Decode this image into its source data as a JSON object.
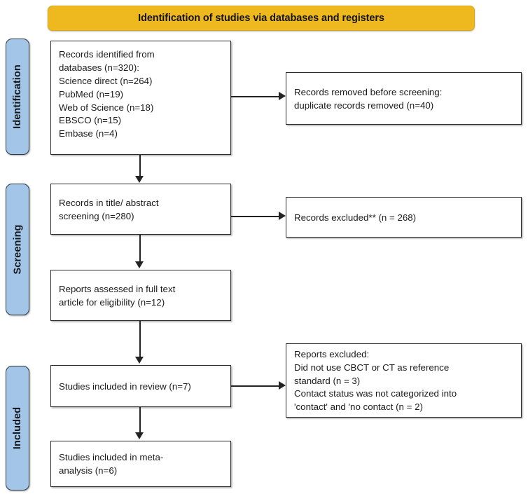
{
  "banner": {
    "title": "Identification of studies via databases and registers",
    "color": "#eeb81f"
  },
  "stages": {
    "color": "#a3c6e8",
    "identification": "Identification",
    "screening": "Screening",
    "included": "Included"
  },
  "nodes": {
    "identified": "Records identified from\ndatabases (n=320):\n  Science direct (n=264)\n  PubMed (n=19)\n  Web of Science (n=18)\n  EBSCO (n=15)\n  Embase (n=4)",
    "removed": "Records removed before screening:\nduplicate records removed (n=40)",
    "screened": "Records in title/ abstract\nscreening (n=280)",
    "excluded": "Records excluded** (n = 268)",
    "fulltext": "Reports assessed in full text\narticle for eligibility (n=12)",
    "included_in_review": "Studies included in review (n=7)",
    "reports_excluded": "Reports excluded:\nDid not use CBCT or CT as reference\nstandard (n = 3)\nContact status was not categorized into\n'contact' and 'no contact (n = 2)",
    "meta_analysis": "Studies included in meta-\nanalysis (n=6)"
  },
  "counts": {
    "databases_total": 320,
    "science_direct": 264,
    "pubmed": 19,
    "web_of_science": 18,
    "ebsco": 15,
    "embase": 4,
    "duplicates_removed": 40,
    "title_abstract_screened": 280,
    "records_excluded": 268,
    "full_text_assessed": 12,
    "included_in_review": 7,
    "excluded_no_cbct_ct": 3,
    "excluded_no_contact_category": 2,
    "included_in_meta_analysis": 6
  }
}
